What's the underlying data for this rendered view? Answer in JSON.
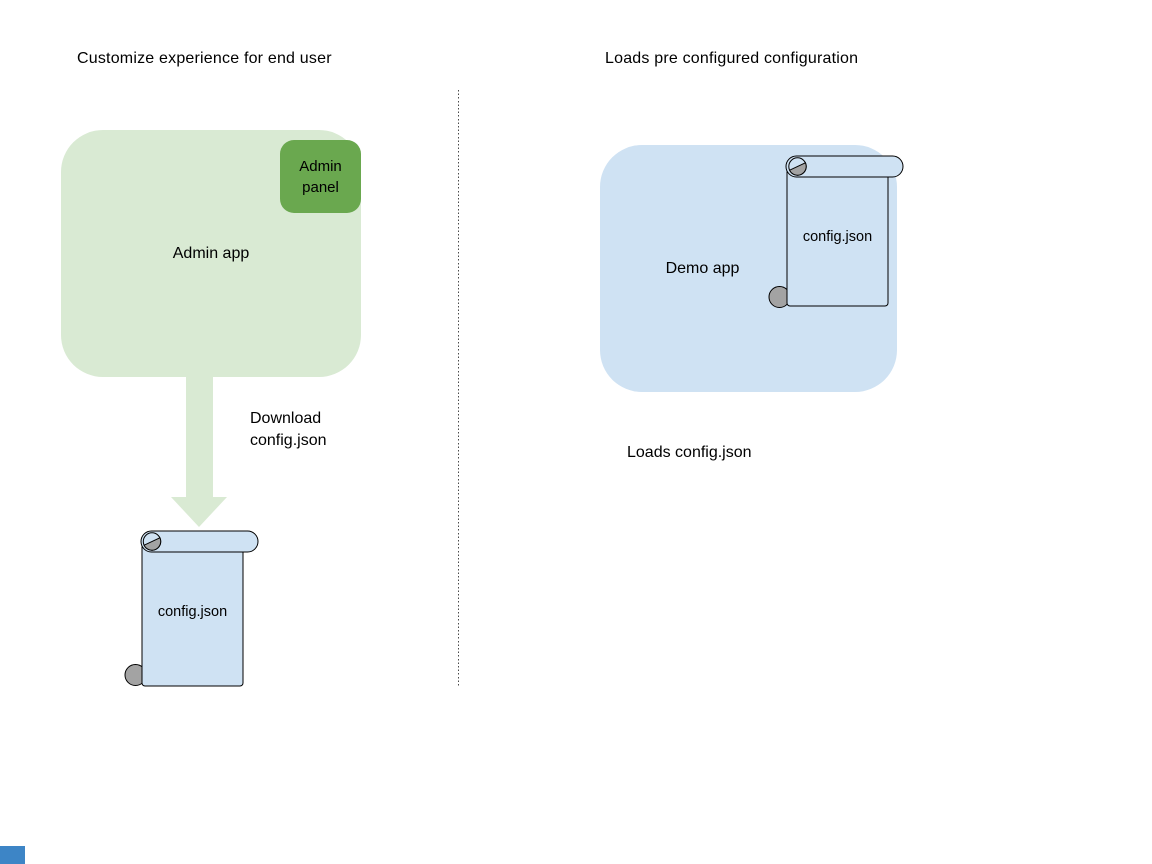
{
  "diagram": {
    "left": {
      "title": "Customize experience for end user",
      "admin_app_label": "Admin app",
      "admin_panel_label": "Admin panel",
      "arrow_caption": "Download\nconfig.json",
      "config_file_label": "config.json"
    },
    "right": {
      "title": "Loads pre configured configuration",
      "demo_app_label": "Demo app",
      "config_file_label": "config.json",
      "caption": "Loads config.json"
    },
    "colors": {
      "admin_app_fill": "#d9ead3",
      "admin_panel_fill": "#6aa84f",
      "arrow_fill": "#d9ead3",
      "demo_app_fill": "#cfe2f3",
      "scroll_fill": "#cfe2f3",
      "scroll_curl_fill": "#a3a3a3",
      "scroll_stroke": "#000000",
      "divider_color": "#4a4a4a",
      "corner_marker": "#3d85c6"
    }
  }
}
